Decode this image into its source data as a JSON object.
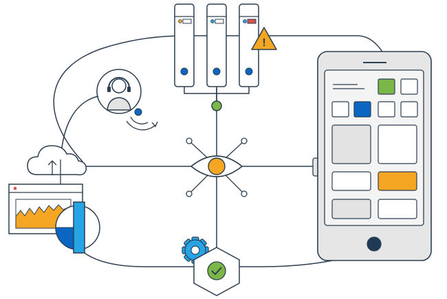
{
  "illustration": {
    "subject": "observability-hub",
    "colors": {
      "ink": "#1f3a56",
      "line": "#2c3e50",
      "accent_blue": "#0a66c2",
      "accent_sky": "#27a4e6",
      "accent_green": "#7ab648",
      "accent_orange": "#f5a623",
      "warning_fill": "#f5a623",
      "status_red": "#d9534f",
      "gray_fill": "#e3e3e3",
      "light_gray": "#ededed",
      "phone_body": "#e6e6e6",
      "phone_screen": "#f4f4f4",
      "white": "#ffffff"
    },
    "nodes": {
      "servers": {
        "count": 3,
        "icons": [
          "server-icon",
          "server-icon",
          "server-icon"
        ],
        "status": [
          "ok",
          "ok",
          "error"
        ]
      },
      "warning": {
        "icon": "warning-icon",
        "glyph": "!"
      },
      "eye": {
        "icon": "eye-icon"
      },
      "support_agent": {
        "icon": "headset-agent-icon"
      },
      "cloud": {
        "icon": "cloud-sync-icon"
      },
      "analytics_window": {
        "icon": "analytics-dashboard-icon"
      },
      "settings": {
        "icon": "gear-icon"
      },
      "check": {
        "icon": "checkmark-icon"
      },
      "phone": {
        "icon": "mobile-phone-icon"
      }
    }
  }
}
